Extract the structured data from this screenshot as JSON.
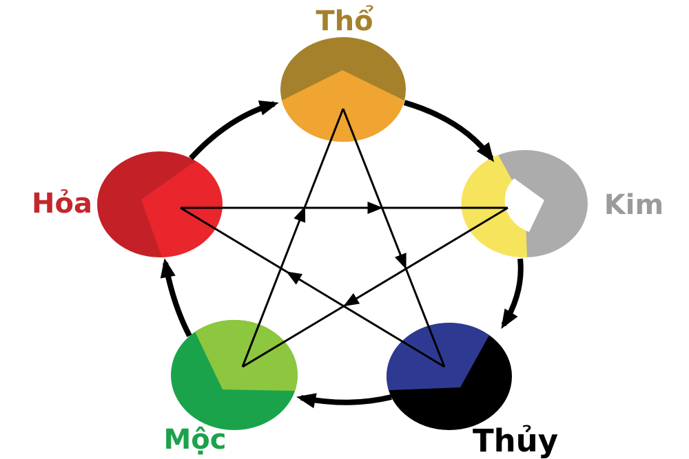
{
  "diagram": {
    "background": "#FFFFFF",
    "arrow_color": "#000000",
    "elements": [
      {
        "id": "tho",
        "label": "Thổ",
        "position": "top",
        "label_color": "#A5812C",
        "base_color": "#A5812C",
        "wedge_color": "#F0A431"
      },
      {
        "id": "kim",
        "label": "Kim",
        "position": "right",
        "label_color": "#9B9B9B",
        "base_color": "#ACACAC",
        "wedge_color": "#F6E45C",
        "inner_color": "#FFFFFF"
      },
      {
        "id": "thuy",
        "label": "Thủy",
        "position": "bottom-right",
        "label_color": "#000000",
        "base_color": "#000000",
        "wedge_color": "#2E3A92"
      },
      {
        "id": "moc",
        "label": "Mộc",
        "position": "bottom-left",
        "label_color": "#1CA24A",
        "base_color": "#1AA34B",
        "wedge_color": "#8DC63F"
      },
      {
        "id": "hoa",
        "label": "Hỏa",
        "position": "left",
        "label_color": "#C2272D",
        "base_color": "#C32127",
        "wedge_color": "#E9262C"
      }
    ],
    "outer_cycle_arrows": [
      {
        "from": "Hỏa",
        "to": "Thổ"
      },
      {
        "from": "Thổ",
        "to": "Kim"
      },
      {
        "from": "Kim",
        "to": "Thủy"
      },
      {
        "from": "Thủy",
        "to": "Mộc"
      },
      {
        "from": "Mộc",
        "to": "Hỏa"
      }
    ],
    "inner_cycle_arrows": [
      {
        "from": "Mộc",
        "to": "Thổ"
      },
      {
        "from": "Thổ",
        "to": "Thủy"
      },
      {
        "from": "Thủy",
        "to": "Hỏa"
      },
      {
        "from": "Hỏa",
        "to": "Kim"
      },
      {
        "from": "Kim",
        "to": "Mộc"
      }
    ]
  }
}
